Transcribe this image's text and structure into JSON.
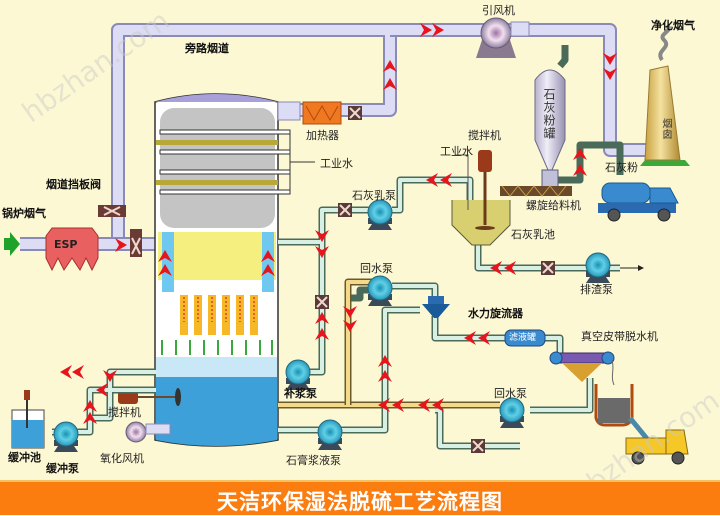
{
  "title": "天洁环保湿法脱硫工艺流程图",
  "watermark": "hbzhan.com",
  "colors": {
    "background": "#fdf8d4",
    "flue_pipe": "#dcdcf5",
    "slurry_pipe": "#d8f0e4",
    "gypsum_pipe": "#f5d98a",
    "arrow": "#e8141c",
    "footer": "#fb7d10",
    "tower_liquid": "#3da0d8",
    "pump": "#5cc8e0"
  },
  "labels": {
    "boiler_flue_gas": "锅炉烟气",
    "esp": "ESP",
    "flue_damper": "烟道挡板阀",
    "bypass_duct": "旁路烟道",
    "heater": "加热器",
    "induced_fan": "引风机",
    "clean_flue_gas": "净化烟气",
    "chimney": "烟囱",
    "industrial_water_1": "工业水",
    "industrial_water_2": "工业水",
    "lime_silo": "石灰粉罐",
    "lime_powder": "石灰粉",
    "agitator_top": "搅拌机",
    "screw_feeder": "螺旋给料机",
    "lime_slurry_pump": "石灰乳泵",
    "lime_slurry_tank": "石灰乳池",
    "discharge_pump": "排渣泵",
    "return_pump_1": "回水泵",
    "hydrocyclone": "水力旋流器",
    "filtrate_tank": "滤液罐",
    "vacuum_belt": "真空皮带脱水机",
    "return_pump_2": "回水泵",
    "makeup_pump": "补浆泵",
    "gypsum_pump": "石膏浆液泵",
    "agitator_tower": "搅拌机",
    "oxidation_fan": "氧化风机",
    "buffer_tank": "缓冲池",
    "buffer_pump": "缓冲泵"
  }
}
